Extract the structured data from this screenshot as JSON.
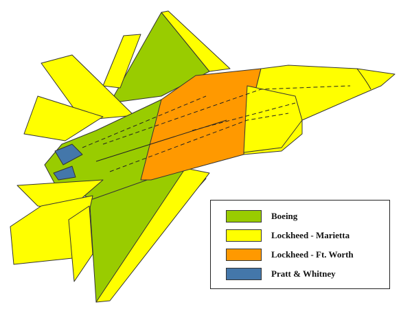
{
  "colors": {
    "boeing": "#99cc00",
    "lockheed_marietta": "#ffff00",
    "lockheed_ft_worth": "#ff9900",
    "pratt_whitney": "#4477aa",
    "outline": "#333333"
  },
  "legend": {
    "items": [
      {
        "label": "Boeing",
        "color": "#99cc00"
      },
      {
        "label": "Lockheed - Marietta",
        "color": "#ffff00"
      },
      {
        "label": "Lockheed - Ft. Worth",
        "color": "#ff9900"
      },
      {
        "label": "Pratt & Whitney",
        "color": "#4477aa"
      }
    ]
  }
}
